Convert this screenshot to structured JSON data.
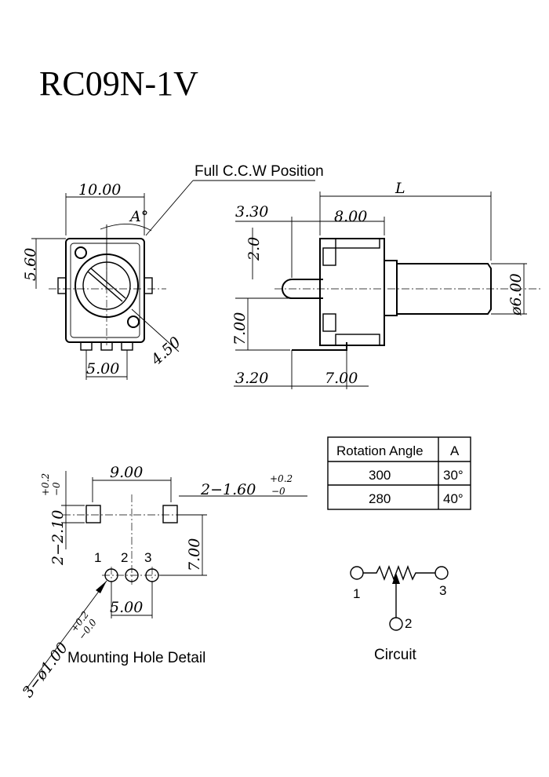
{
  "title": "RC09N-1V",
  "labels": {
    "ccw": "Full C.C.W Position",
    "mounting": "Mounting Hole Detail",
    "circuit": "Circuit"
  },
  "dimensions": {
    "front_width": "10.00",
    "front_height": "5.60",
    "angle": "A°",
    "radius": "4.50",
    "pin_pitch": "5.00",
    "length": "L",
    "d330": "3.30",
    "d800": "8.00",
    "d20": "2.0",
    "d700a": "7.00",
    "d320": "3.20",
    "d700b": "7.00",
    "shaft_dia": "ø6.00",
    "mh_900": "9.00",
    "mh_slot_main": "2−1.60",
    "mh_slot_tol": "+0.2",
    "mh_slot_tol2": "−0",
    "mh_210_main": "2−2.10",
    "mh_210_tol": "+0.2",
    "mh_210_tol2": "−0",
    "mh_700": "7.00",
    "mh_500": "5.00",
    "mh_hole_main": "3−ø1.00",
    "mh_hole_tol": "+0.2",
    "mh_hole_tol2": "−0.0"
  },
  "pins": [
    "1",
    "2",
    "3"
  ],
  "circuit_pins": [
    "1",
    "2",
    "3"
  ],
  "table": {
    "headers": [
      "Rotation Angle",
      "A"
    ],
    "rows": [
      [
        "300",
        "30°"
      ],
      [
        "280",
        "40°"
      ]
    ]
  }
}
